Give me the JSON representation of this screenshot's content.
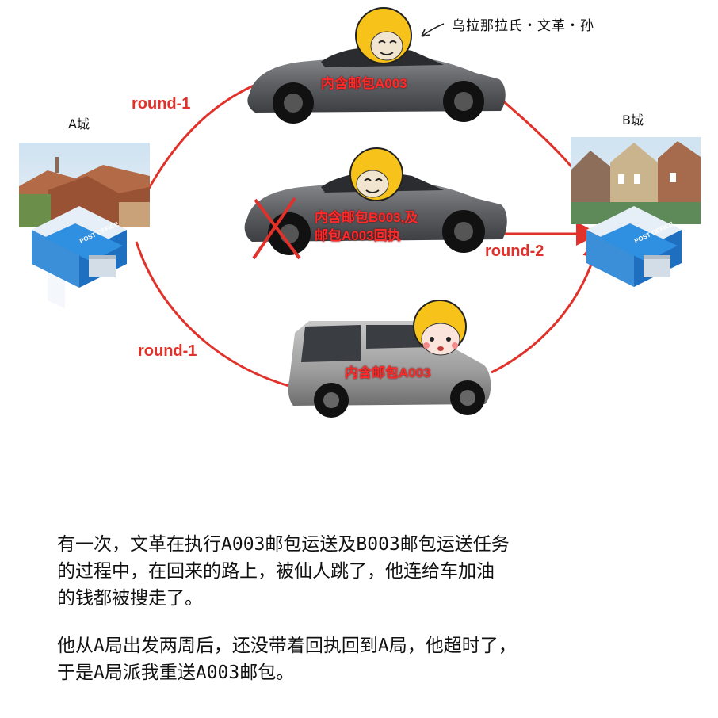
{
  "cities": {
    "a": {
      "label": "A城"
    },
    "b": {
      "label": "B城"
    }
  },
  "routes": {
    "top_label": "round-1",
    "bottom_label": "round-1",
    "right_label": "round-2"
  },
  "vehicles": {
    "top_car": {
      "cargo": "内含邮包A003"
    },
    "middle_car": {
      "cargo_line1": "内含邮包B003,及",
      "cargo_line2": "邮包A003回执"
    },
    "van": {
      "cargo": "内含邮包A003"
    }
  },
  "driver_annotation": "乌拉那拉氏・文革・孙",
  "caption": {
    "paragraph1_line1": "有一次，文革在执行A003邮包运送及B003邮包运送任务",
    "paragraph1_line2": "的过程中，在回来的路上，被仙人跳了，他连给车加油",
    "paragraph1_line3": "的钱都被搜走了。",
    "paragraph2_line1": "他从A局出发两周后，还没带着回执回到A局，他超时了，",
    "paragraph2_line2": "于是A局派我重送A003邮包。"
  },
  "colors": {
    "route": "#e0312a",
    "cargo_text": "#ff2a2a",
    "car_body": "#6b6d70",
    "helmet": "#f7c21a",
    "post_office_blue": "#2f8fe0"
  },
  "icons": [
    "post-office-icon",
    "town-photo",
    "sedan-car",
    "van",
    "helmet-driver",
    "cross-mark-icon",
    "arrow-icon"
  ]
}
